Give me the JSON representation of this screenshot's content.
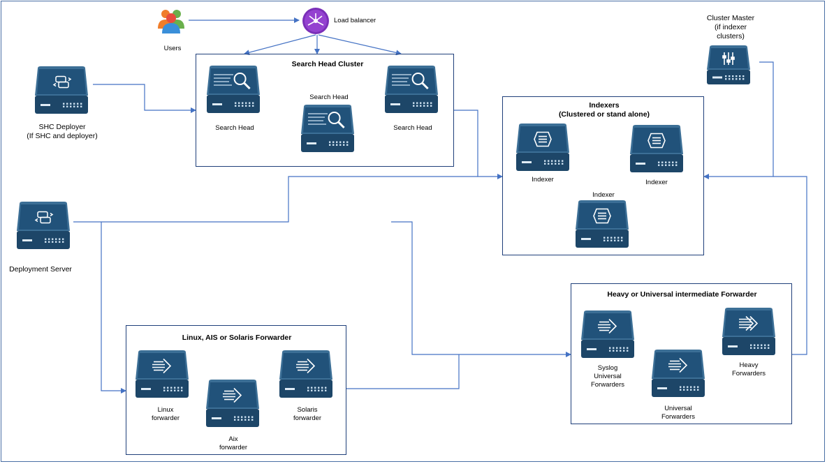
{
  "colors": {
    "line": "#4472c4",
    "border": "#1f3f7a",
    "server_top": "#3c6f96",
    "server_body": "#1d4668",
    "server_face": "#21527a",
    "lb_purple": "#7a2fb8"
  },
  "users": {
    "label": "Users",
    "icon": "users-icon"
  },
  "load_balancer": {
    "label": "Load balancer",
    "icon": "load-balancer-icon"
  },
  "shc_deployer": {
    "label_line1": "SHC Deployer",
    "label_line2": "(If SHC and deployer)",
    "icon": "deployer-server-icon"
  },
  "deployment_server": {
    "label": "Deployment Server",
    "icon": "deployer-server-icon"
  },
  "cluster_master": {
    "label_line1": "Cluster Master",
    "label_line2": "(if indexer",
    "label_line3": "clusters)",
    "icon": "cluster-master-server-icon"
  },
  "search_head_cluster": {
    "title": "Search Head Cluster",
    "nodes": [
      {
        "label": "Search Head",
        "icon": "search-head-server-icon"
      },
      {
        "label": "Search Head",
        "icon": "search-head-server-icon"
      },
      {
        "label": "Search Head",
        "icon": "search-head-server-icon"
      }
    ]
  },
  "indexers": {
    "title_line1": "Indexers",
    "title_line2": "(Clustered or stand alone)",
    "nodes": [
      {
        "label": "Indexer",
        "icon": "indexer-server-icon"
      },
      {
        "label": "Indexer",
        "icon": "indexer-server-icon"
      },
      {
        "label": "Indexer",
        "icon": "indexer-server-icon"
      }
    ]
  },
  "intermediate": {
    "title": "Heavy or Universal intermediate Forwarder",
    "nodes": [
      {
        "label_line1": "Syslog",
        "label_line2": "Universal",
        "label_line3": "Forwarders",
        "icon": "forwarder-server-icon"
      },
      {
        "label_line1": "Universal",
        "label_line2": "Forwarders",
        "icon": "forwarder-server-icon"
      },
      {
        "label_line1": "Heavy",
        "label_line2": "Forwarders",
        "icon": "heavy-forwarder-server-icon"
      }
    ]
  },
  "os_forwarders": {
    "title": "Linux, AIS or Solaris Forwarder",
    "nodes": [
      {
        "label_line1": "Linux",
        "label_line2": "forwarder",
        "icon": "forwarder-server-icon"
      },
      {
        "label_line1": "Aix",
        "label_line2": "forwarder",
        "icon": "forwarder-server-icon"
      },
      {
        "label_line1": "Solaris",
        "label_line2": "forwarder",
        "icon": "forwarder-server-icon"
      }
    ]
  }
}
